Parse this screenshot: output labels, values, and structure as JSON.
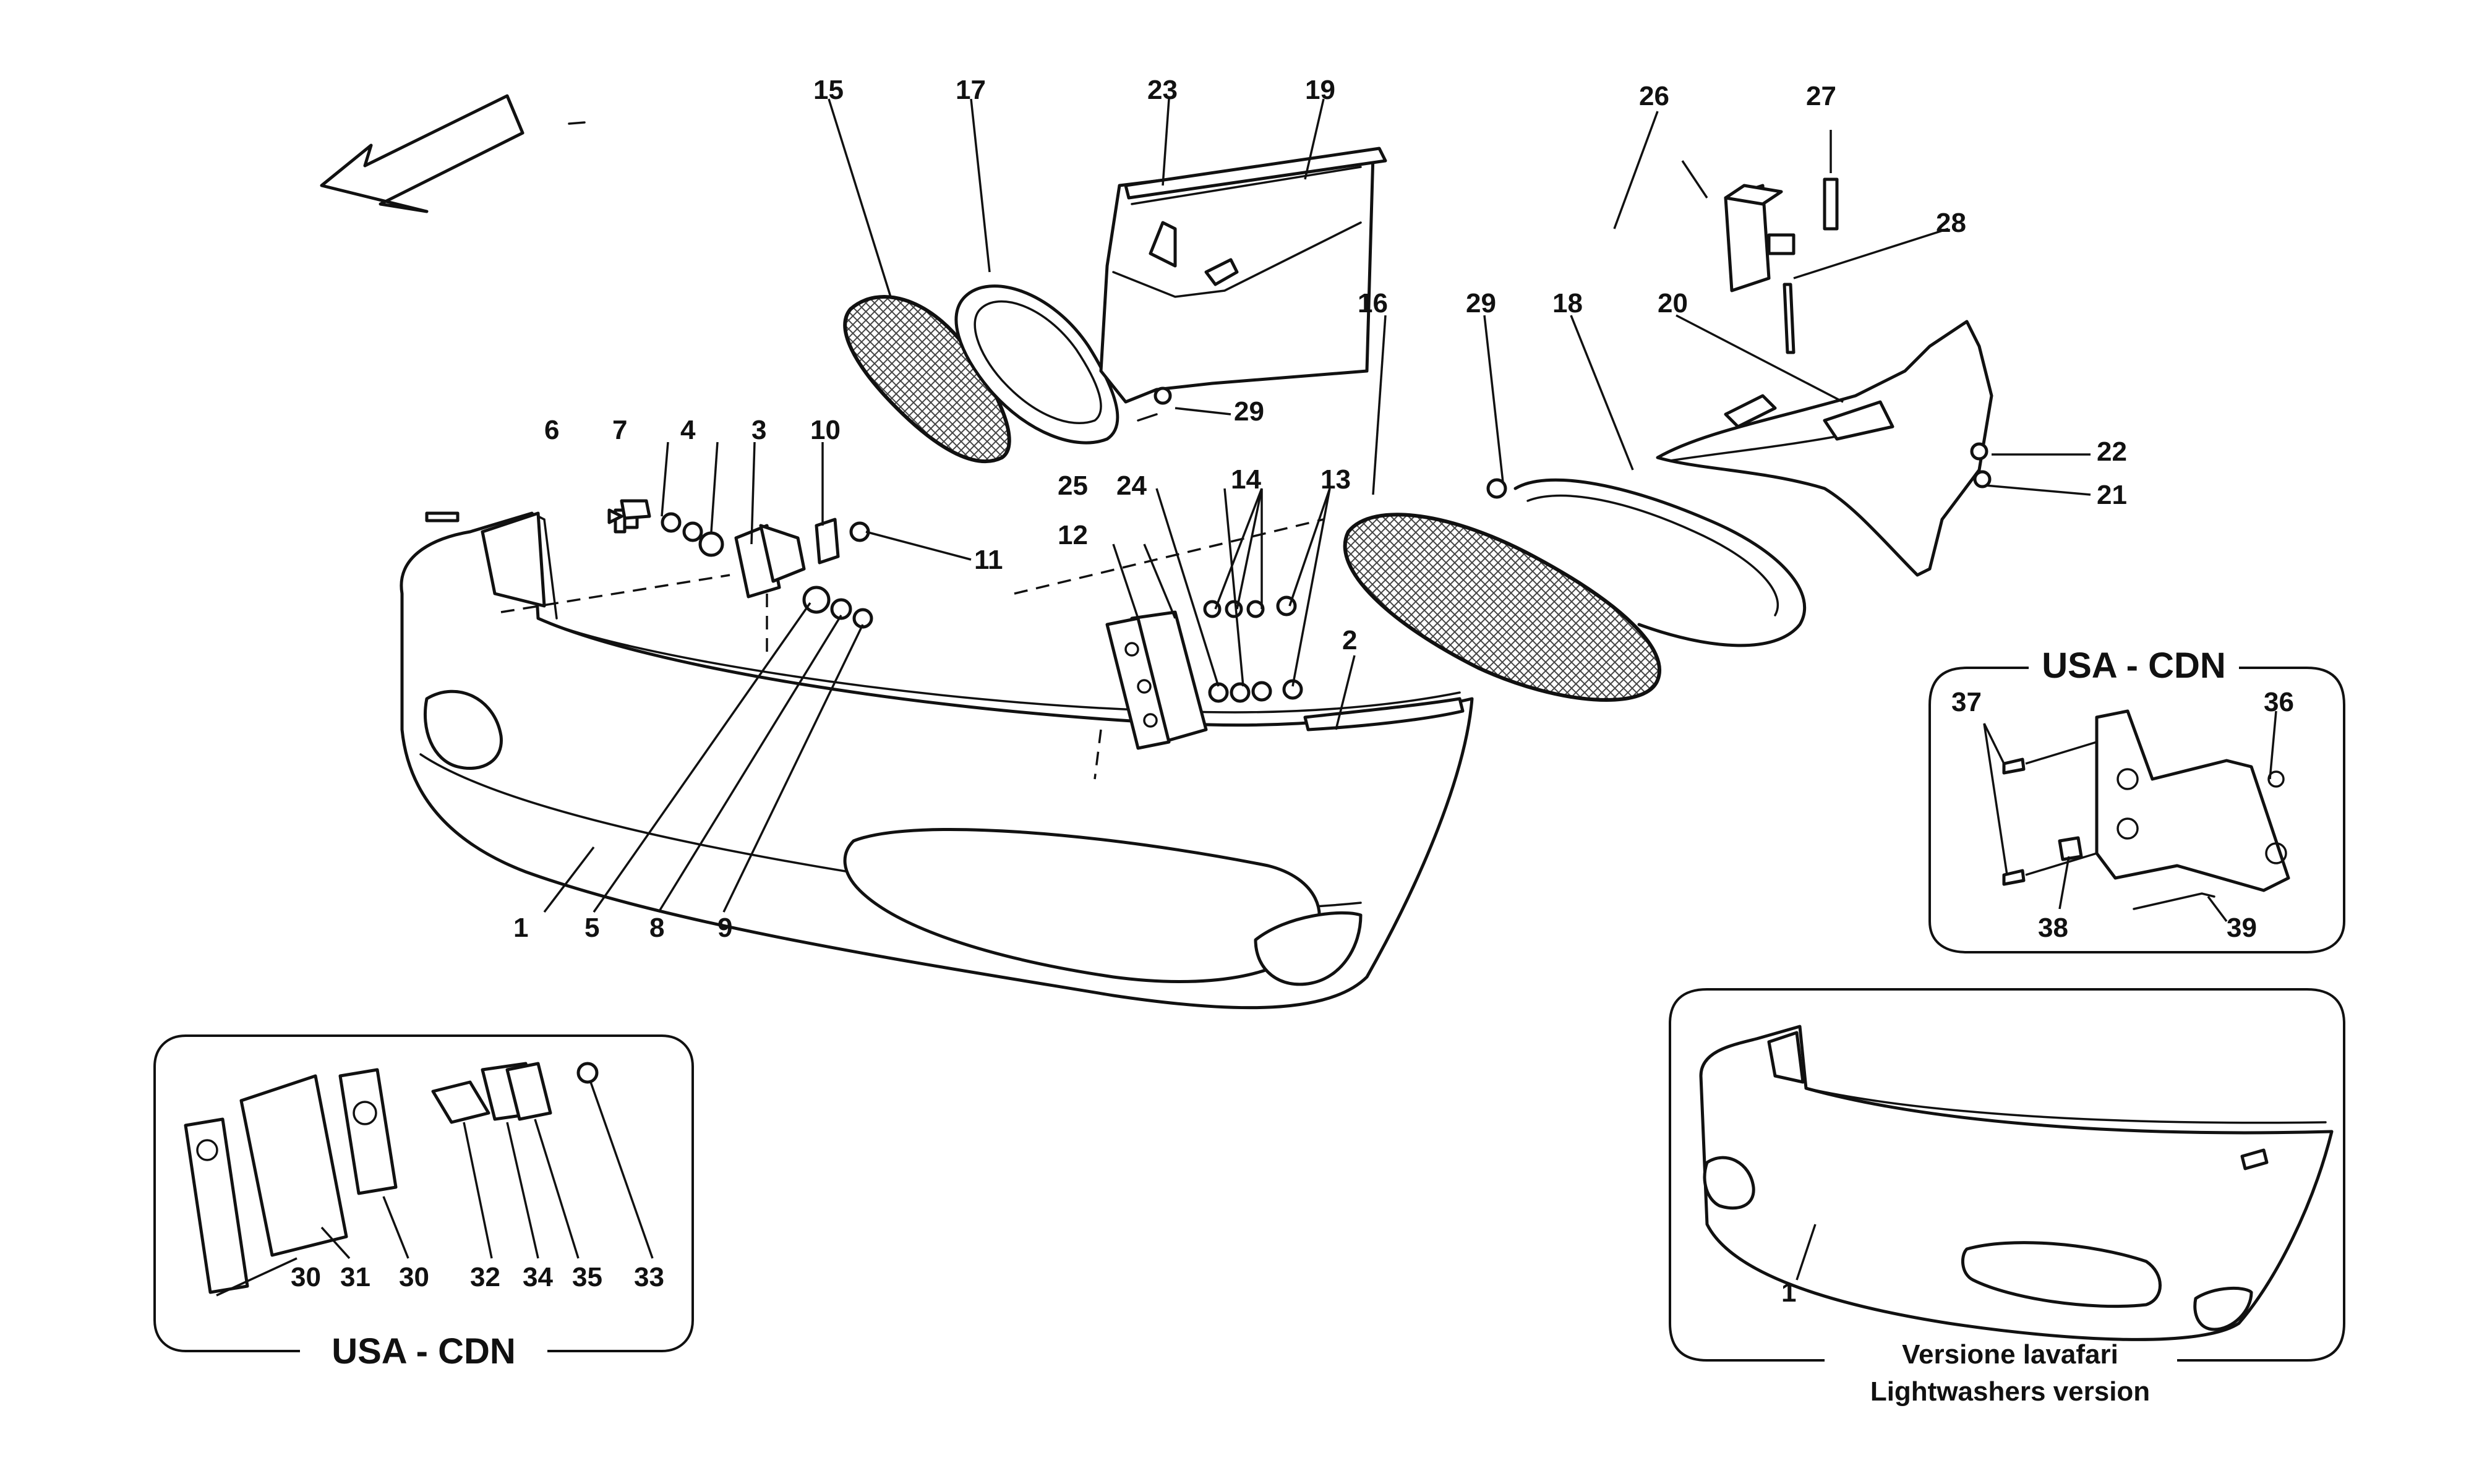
{
  "callouts": {
    "c1": "1",
    "c2": "2",
    "c3": "3",
    "c4": "4",
    "c5": "5",
    "c6": "6",
    "c7": "7",
    "c8": "8",
    "c9": "9",
    "c10": "10",
    "c11": "11",
    "c12": "12",
    "c13": "13",
    "c14": "14",
    "c15": "15",
    "c16": "16",
    "c17": "17",
    "c18": "18",
    "c19": "19",
    "c20": "20",
    "c21": "21",
    "c22": "22",
    "c23": "23",
    "c24": "24",
    "c25": "25",
    "c26": "26",
    "c27": "27",
    "c28": "28",
    "c29a": "29",
    "c29b": "29",
    "c30a": "30",
    "c30b": "30",
    "c31": "31",
    "c32": "32",
    "c33": "33",
    "c34": "34",
    "c35": "35",
    "c36": "36",
    "c37": "37",
    "c38": "38",
    "c39": "39",
    "c1b": "1"
  },
  "insets": {
    "usa_cdn_right": "USA - CDN",
    "usa_cdn_left": "USA - CDN",
    "lightwashers_it": "Versione lavafari",
    "lightwashers_en": "Lightwashers version"
  }
}
